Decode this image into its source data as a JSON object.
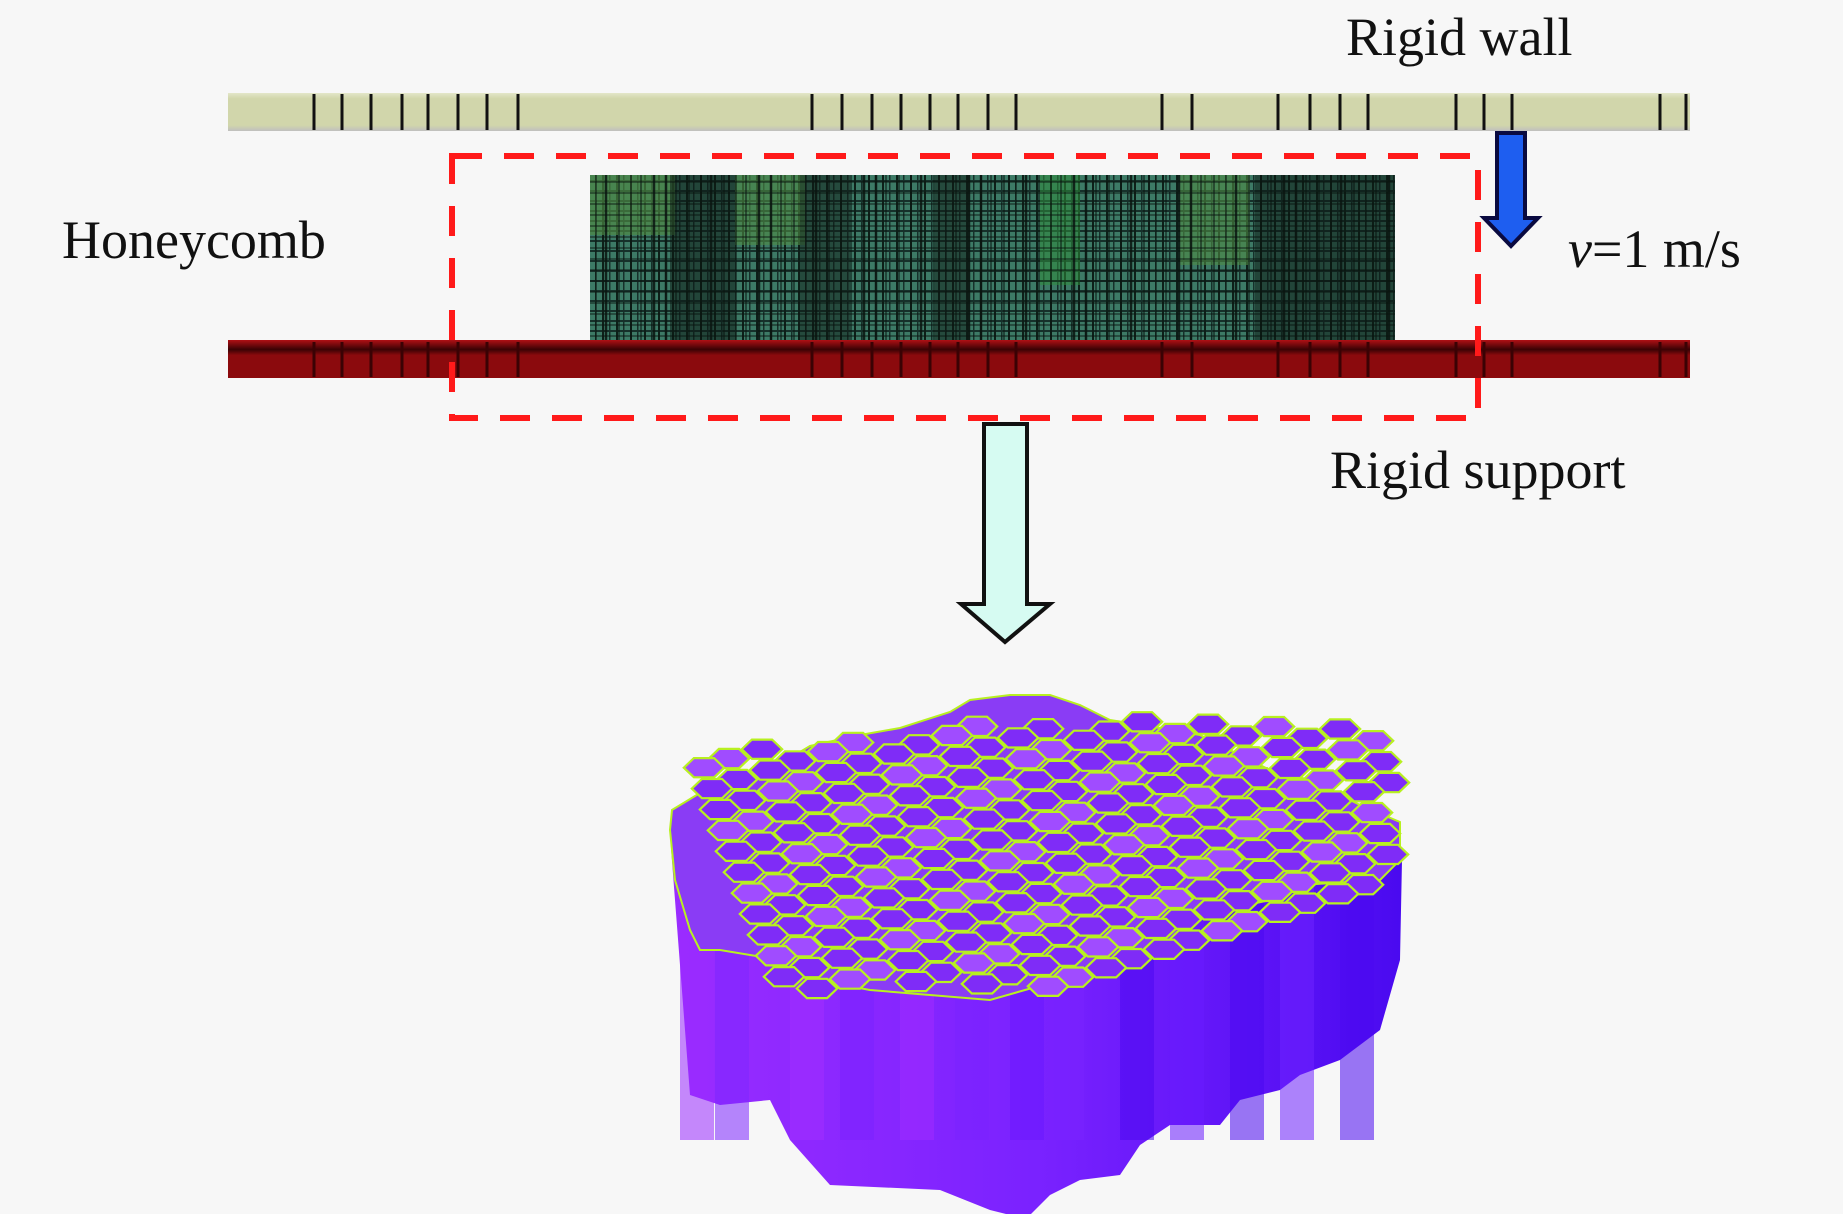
{
  "figure": {
    "labels": {
      "rigid_wall": "Rigid wall",
      "honeycomb": "Honeycomb",
      "velocity_symbol": "v",
      "velocity_value": "=1 m/s",
      "rigid_support": "Rigid support"
    },
    "loading": {
      "velocity": 1,
      "velocity_unit": "m/s",
      "direction": "down"
    },
    "colors": {
      "background": "#f7f7f7",
      "rigid_wall": "#d1d6ab",
      "rigid_support": "#8b0a0d",
      "honeycomb_mesh_light": "#4e8a44",
      "honeycomb_mesh_mid": "#3d7a66",
      "honeycomb_mesh_dark": "#1a3a2a",
      "zoom_box": "#ff1a1a",
      "velocity_arrow": "#1e5ef0",
      "transition_arrow_fill": "#d6fbf2",
      "honeycomb_3d_side": "#7a22ff",
      "honeycomb_3d_side_dark": "#4a0af0",
      "honeycomb_3d_top": "#8a3cf5",
      "honeycomb_3d_edges": "#b8f020"
    },
    "icons": {
      "velocity_arrow": "arrow-down-icon",
      "transition_arrow": "arrow-down-outline-icon"
    }
  }
}
